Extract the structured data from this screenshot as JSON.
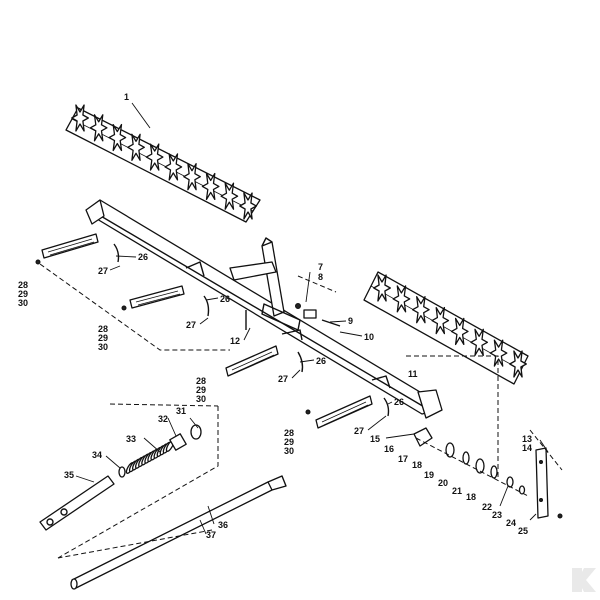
{
  "diagram": {
    "callouts": [
      {
        "id": "c1",
        "text": "1"
      },
      {
        "id": "c26a",
        "text": "26"
      },
      {
        "id": "c27a",
        "text": "27"
      },
      {
        "id": "c28a",
        "text": "28"
      },
      {
        "id": "c29a",
        "text": "29"
      },
      {
        "id": "c30a",
        "text": "30"
      },
      {
        "id": "c7",
        "text": "7"
      },
      {
        "id": "c8",
        "text": "8"
      },
      {
        "id": "c9",
        "text": "9"
      },
      {
        "id": "c10",
        "text": "10"
      },
      {
        "id": "c12",
        "text": "12"
      },
      {
        "id": "c26b",
        "text": "26"
      },
      {
        "id": "c27b",
        "text": "27"
      },
      {
        "id": "c28b",
        "text": "28"
      },
      {
        "id": "c29b",
        "text": "29"
      },
      {
        "id": "c30b",
        "text": "30"
      },
      {
        "id": "c26c",
        "text": "26"
      },
      {
        "id": "c27c",
        "text": "27"
      },
      {
        "id": "c28c",
        "text": "28"
      },
      {
        "id": "c29c",
        "text": "29"
      },
      {
        "id": "c30c",
        "text": "30"
      },
      {
        "id": "c11",
        "text": "11"
      },
      {
        "id": "c26d",
        "text": "26"
      },
      {
        "id": "c27d",
        "text": "27"
      },
      {
        "id": "c28d",
        "text": "28"
      },
      {
        "id": "c29d",
        "text": "29"
      },
      {
        "id": "c30d",
        "text": "30"
      },
      {
        "id": "c13",
        "text": "13"
      },
      {
        "id": "c14",
        "text": "14"
      },
      {
        "id": "c15",
        "text": "15"
      },
      {
        "id": "c16",
        "text": "16"
      },
      {
        "id": "c17",
        "text": "17"
      },
      {
        "id": "c18a",
        "text": "18"
      },
      {
        "id": "c19",
        "text": "19"
      },
      {
        "id": "c20",
        "text": "20"
      },
      {
        "id": "c21",
        "text": "21"
      },
      {
        "id": "c18b",
        "text": "18"
      },
      {
        "id": "c22",
        "text": "22"
      },
      {
        "id": "c23",
        "text": "23"
      },
      {
        "id": "c24",
        "text": "24"
      },
      {
        "id": "c25",
        "text": "25"
      },
      {
        "id": "c31",
        "text": "31"
      },
      {
        "id": "c32",
        "text": "32"
      },
      {
        "id": "c33",
        "text": "33"
      },
      {
        "id": "c34",
        "text": "34"
      },
      {
        "id": "c35",
        "text": "35"
      },
      {
        "id": "c36",
        "text": "36"
      },
      {
        "id": "c37",
        "text": "37"
      }
    ],
    "brand_mark_icon": "k-logo-icon"
  }
}
